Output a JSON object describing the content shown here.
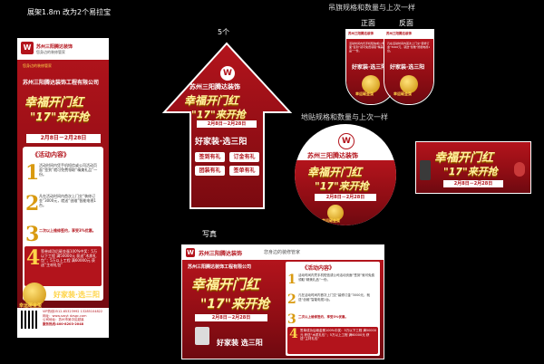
{
  "labels": {
    "banner_size": "展架1.8m 改为2个易拉宝",
    "count_five": "5个",
    "flag_note": "吊旗规格和数量与上次一样",
    "front": "正面",
    "back": "反面",
    "floor_note": "地贴规格和数量与上次一样",
    "photo_label": "写真"
  },
  "brand": {
    "company": "苏州三阳腾达装饰工程有限公司",
    "company_short": "苏州三阳腾达装饰",
    "slogan": "您身边的装修管家",
    "tagline": "好家装·选三阳",
    "tagline_alt": "好家装 选三阳",
    "logo_letter": "W"
  },
  "promo": {
    "headline_1": "幸福开门红",
    "headline_2": "\"17\"来开抢",
    "date_range": "2月8日－2月28日",
    "activity_title": "《活动内容》",
    "lottery": "幸运砸金蛋",
    "items": [
      {
        "num": "1",
        "text": "活动时间内凭手机短信或公司活动页面“签到”就可免费领取“精美礼品”一份。"
      },
      {
        "num": "2",
        "text": "凡在活动时间内首次上门交“装修订金”3000元，就送“创维”智能电视1台。"
      },
      {
        "num": "3",
        "text": "二次以上维修签约，享受3%优惠。"
      },
      {
        "num": "4",
        "text": "签单成功后砸金蛋100%中奖：5万以下工程 满50000元 获送“木质礼包”；5万以上工程 满60000元 获送“主材礼包”"
      }
    ]
  },
  "arrow_buttons": [
    "签到有礼",
    "订金有礼",
    "团装有礼",
    "签单有礼"
  ],
  "contact": {
    "phone": "VIP热线0512-65323992 13285104822",
    "web": "网址：www.szsyt dzsgc.com",
    "address": "公司地址：苏州市吴中区越溪",
    "hotline": "服务热线:400-8203-2048"
  },
  "colors": {
    "background": "#000000",
    "brand_red": "#b3141c",
    "gold": "#ffd54a",
    "white": "#ffffff"
  }
}
